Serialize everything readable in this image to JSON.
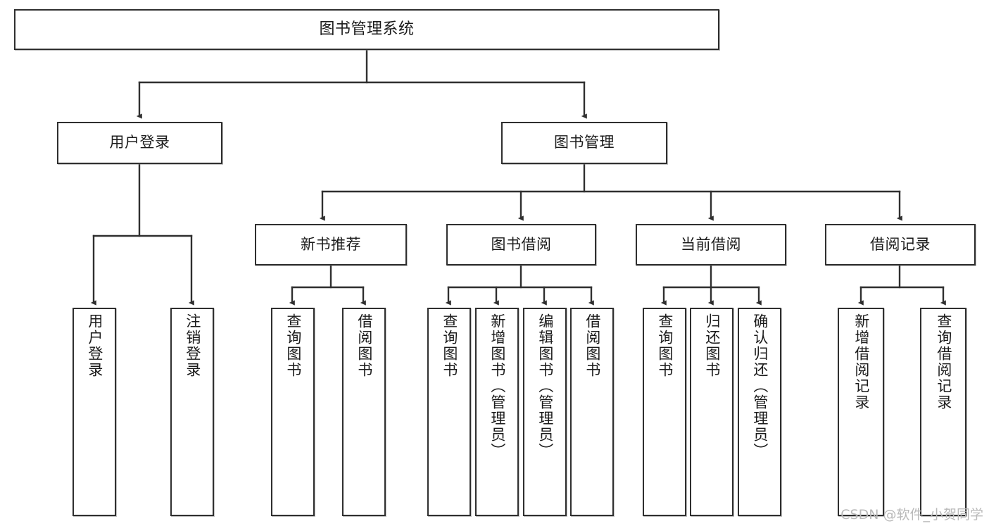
{
  "diagram": {
    "title": "图书管理系统",
    "type": "tree-hierarchy",
    "orientation": "top-down",
    "colors": {
      "node_border": "#2f2f2f",
      "node_fill": "#ffffff",
      "edge": "#2f2f2f",
      "text": "#1b1b1b",
      "watermark": "#b9b9b9",
      "background": "#ffffff"
    },
    "watermark": "CSDN @软件_小贺同学"
  },
  "nodes": {
    "root": {
      "label": "图书管理系统"
    },
    "level2": [
      {
        "label": "用户登录"
      },
      {
        "label": "图书管理"
      }
    ],
    "level3": [
      {
        "label": "新书推荐"
      },
      {
        "label": "图书借阅"
      },
      {
        "label": "当前借阅"
      },
      {
        "label": "借阅记录"
      }
    ],
    "leaves": {
      "user_login": [
        {
          "label": "用户登录"
        },
        {
          "label": "注销登录"
        }
      ],
      "new_book_recommend": [
        {
          "label": "查询图书"
        },
        {
          "label": "借阅图书"
        }
      ],
      "book_borrow": [
        {
          "label": "查询图书"
        },
        {
          "label": "新增图书（管理员）"
        },
        {
          "label": "编辑图书（管理员）"
        },
        {
          "label": "借阅图书"
        }
      ],
      "current_borrow": [
        {
          "label": "查询图书"
        },
        {
          "label": "归还图书"
        },
        {
          "label": "确认归还（管理员）"
        }
      ],
      "borrow_record": [
        {
          "label": "新增借阅记录"
        },
        {
          "label": "查询借阅记录"
        }
      ]
    }
  }
}
